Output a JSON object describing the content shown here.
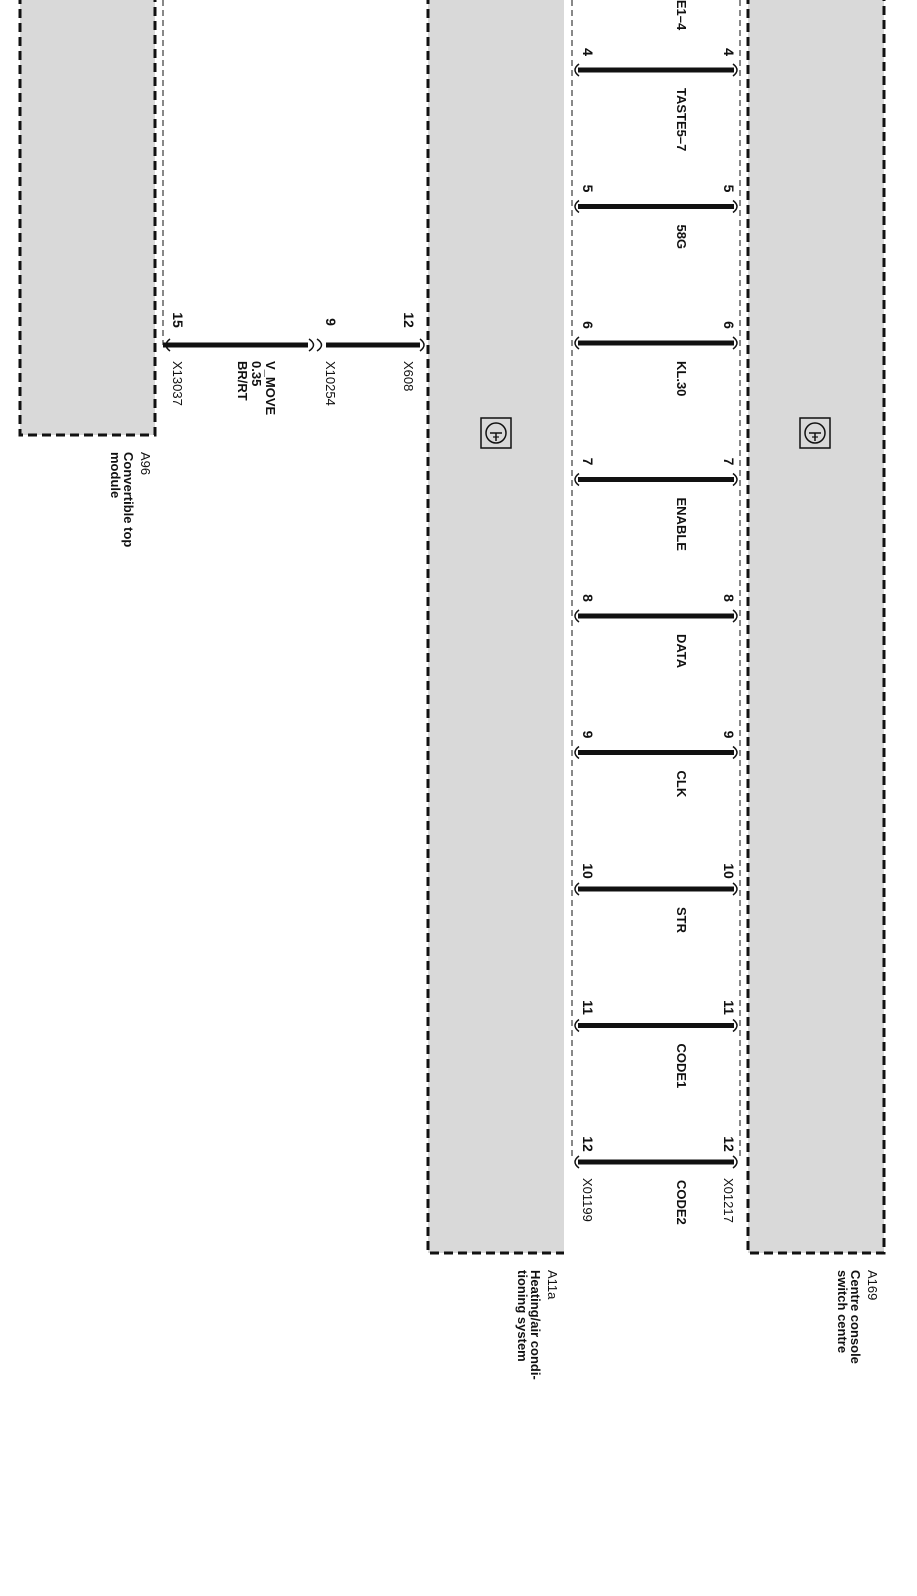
{
  "diagram": {
    "components": {
      "a169": {
        "id": "A169",
        "name": [
          "Centre console",
          "switch centre"
        ]
      },
      "a11a": {
        "id": "A11a",
        "name": [
          "Heating/air condi-",
          "tioning system"
        ]
      },
      "a96": {
        "id": "A96",
        "name": [
          "Convertible top",
          "module"
        ]
      }
    },
    "connectors": {
      "a169_connector": "X01217",
      "a11a_connector": "X01199",
      "x608": "X608",
      "x10254": "X10254",
      "x13037": "X13037"
    },
    "bus_wires": [
      {
        "pin_a169": "4",
        "pin_a11a": "4",
        "signal": "TASTE5–7"
      },
      {
        "pin_a169": "5",
        "pin_a11a": "5",
        "signal": "58G"
      },
      {
        "pin_a169": "6",
        "pin_a11a": "6",
        "signal": "KL.30"
      },
      {
        "pin_a169": "7",
        "pin_a11a": "7",
        "signal": "ENABLE"
      },
      {
        "pin_a169": "8",
        "pin_a11a": "8",
        "signal": "DATA"
      },
      {
        "pin_a169": "9",
        "pin_a11a": "9",
        "signal": "CLK"
      },
      {
        "pin_a169": "10",
        "pin_a11a": "10",
        "signal": "STR"
      },
      {
        "pin_a169": "11",
        "pin_a11a": "11",
        "signal": "CODE1"
      },
      {
        "pin_a169": "12",
        "pin_a11a": "12",
        "signal": "CODE2"
      }
    ],
    "partial_signal": "E1–4",
    "partial_pins": {
      "a169": "4",
      "a11a": "4"
    },
    "vmove": {
      "pin_x608": "12",
      "pin_x10254": "9",
      "pin_x13037": "15",
      "signal": "V_MOVE",
      "cross_section": "0.35",
      "color": "BR/RT"
    },
    "colors": {
      "box_fill": "#d9d9d9",
      "line": "#111111"
    },
    "icons": [
      "ground-symbol-icon",
      "ground-symbol-icon"
    ]
  }
}
